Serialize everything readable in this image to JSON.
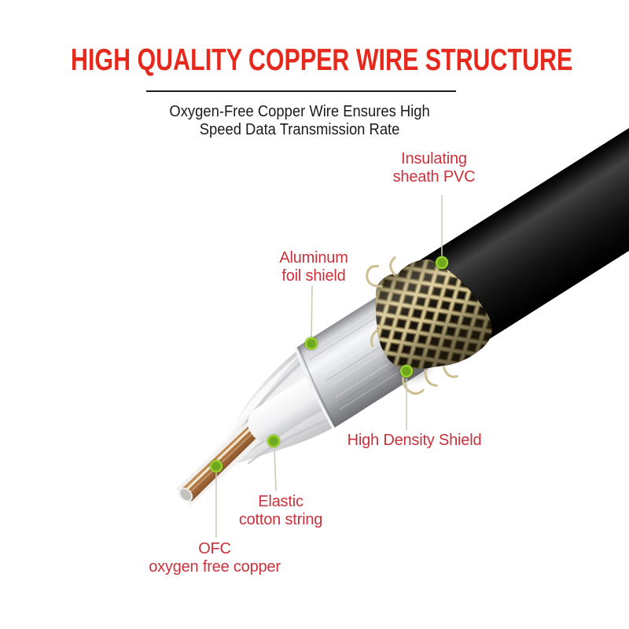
{
  "header": {
    "title": "HIGH QUALITY COPPER WIRE STRUCTURE",
    "subtitle_line1": "Oxygen-Free Copper Wire Ensures High",
    "subtitle_line2": "Speed Data Transmission Rate"
  },
  "annotations": {
    "pvc": {
      "line1": "Insulating",
      "line2": "sheath PVC"
    },
    "foil": {
      "line1": "Aluminum",
      "line2": "foil shield"
    },
    "shield": {
      "text": "High Density Shield"
    },
    "cotton": {
      "line1": "Elastic",
      "line2": "cotton string"
    },
    "ofc": {
      "line1": "OFC",
      "line2": "oxygen free copper"
    }
  },
  "colors": {
    "title_red": "#e5291d",
    "label_red": "#c9313b",
    "subtitle_text": "#1b1b1b",
    "leader_line": "#c8cdb4",
    "marker_green": "#6fa81e",
    "marker_green_ring": "#99d22b",
    "pvc_sheath_black": "#111111",
    "braid_strand_khaki": "#d6c795",
    "foil_silver": "#d5d6da",
    "cotton_white": "#fbfbfb",
    "copper_brown": "#a86d3c"
  }
}
